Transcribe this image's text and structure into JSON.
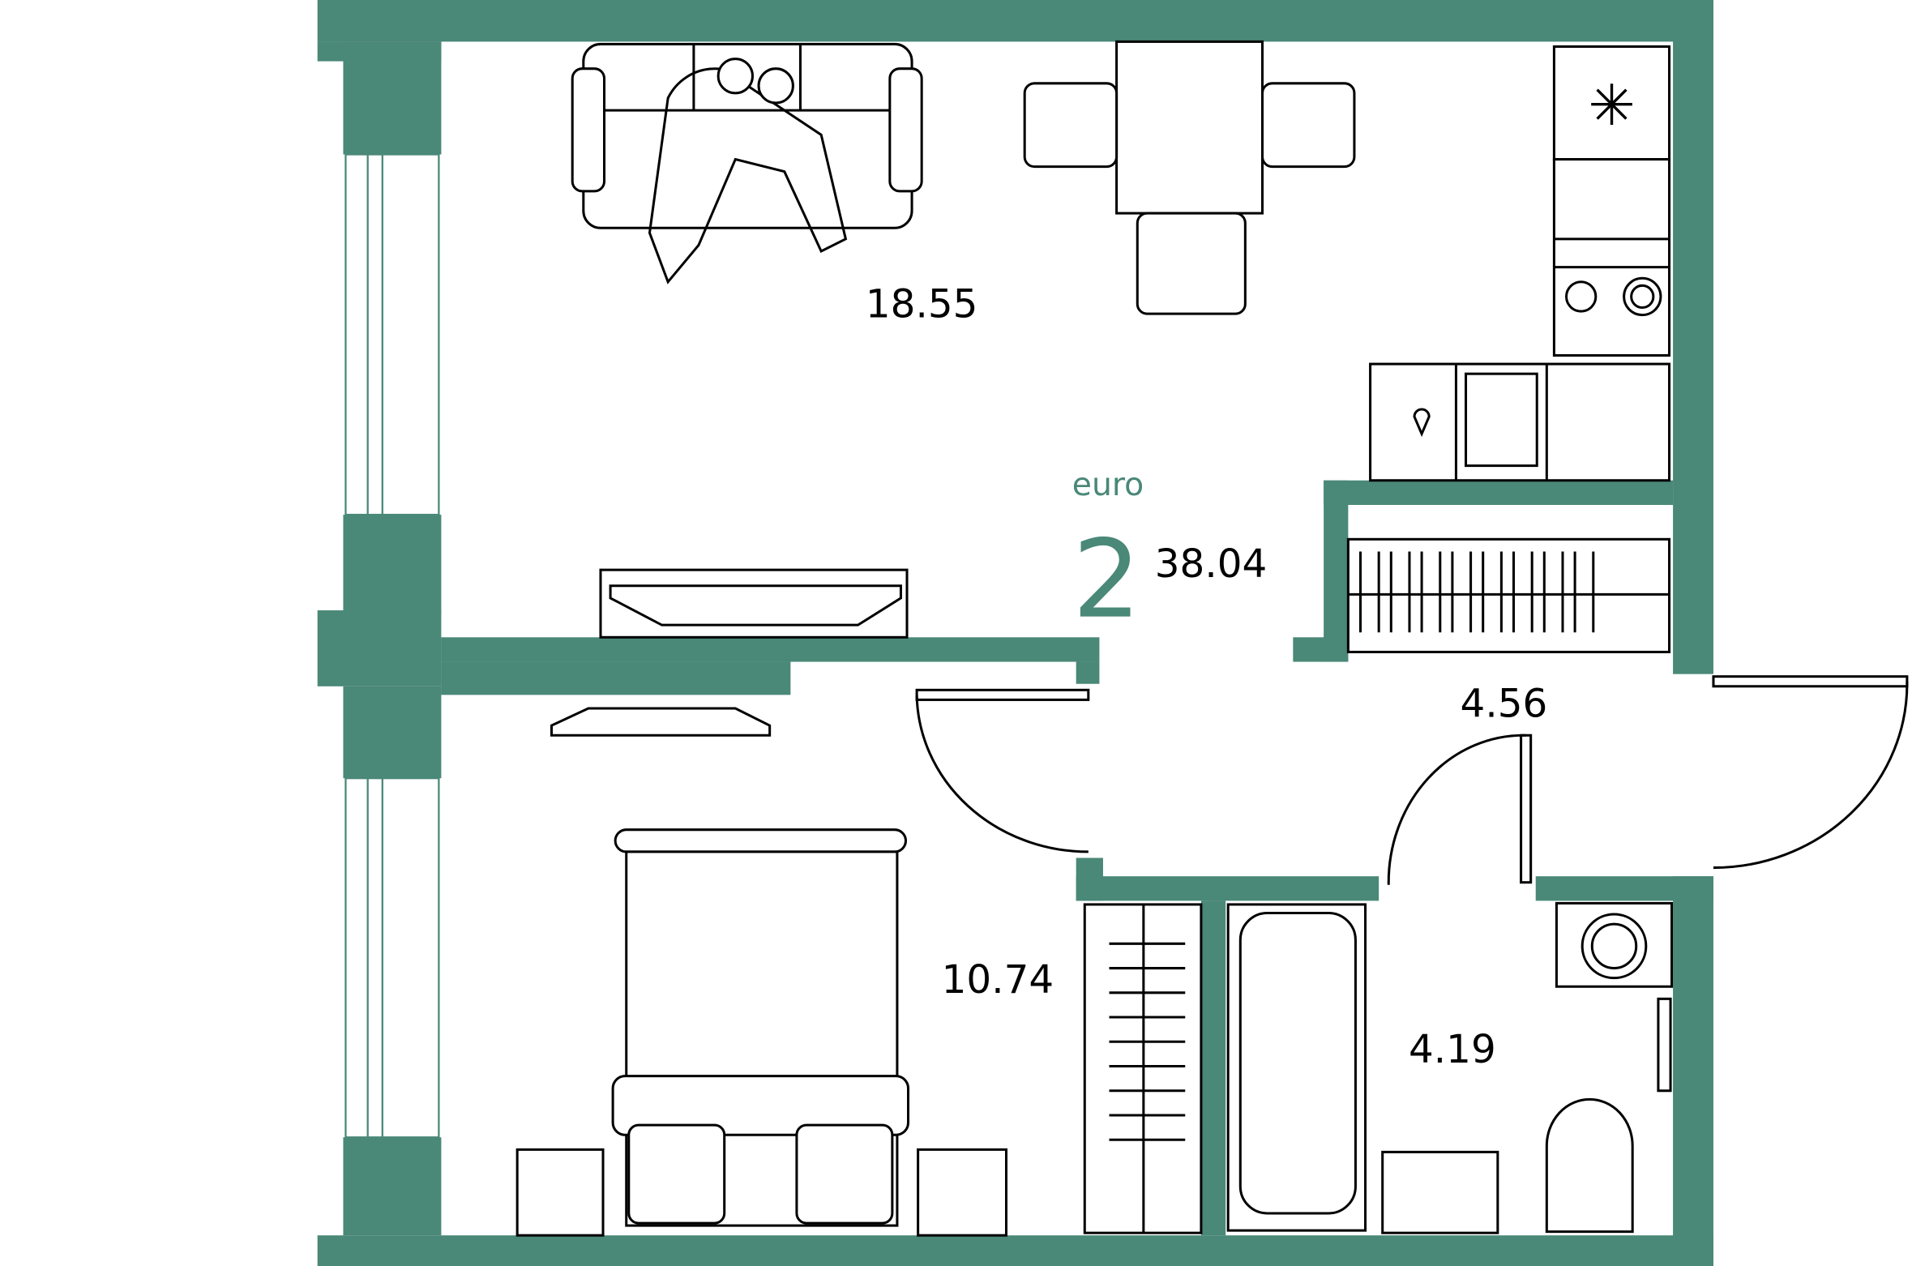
{
  "plan": {
    "type_label": "euro",
    "rooms_count": "2",
    "total_area": "38.04",
    "accent_color": "#4a8878"
  },
  "rooms": [
    {
      "name": "living-kitchen",
      "area": "18.55"
    },
    {
      "name": "hallway",
      "area": "4.56"
    },
    {
      "name": "bedroom",
      "area": "10.74"
    },
    {
      "name": "bathroom",
      "area": "4.19"
    }
  ]
}
